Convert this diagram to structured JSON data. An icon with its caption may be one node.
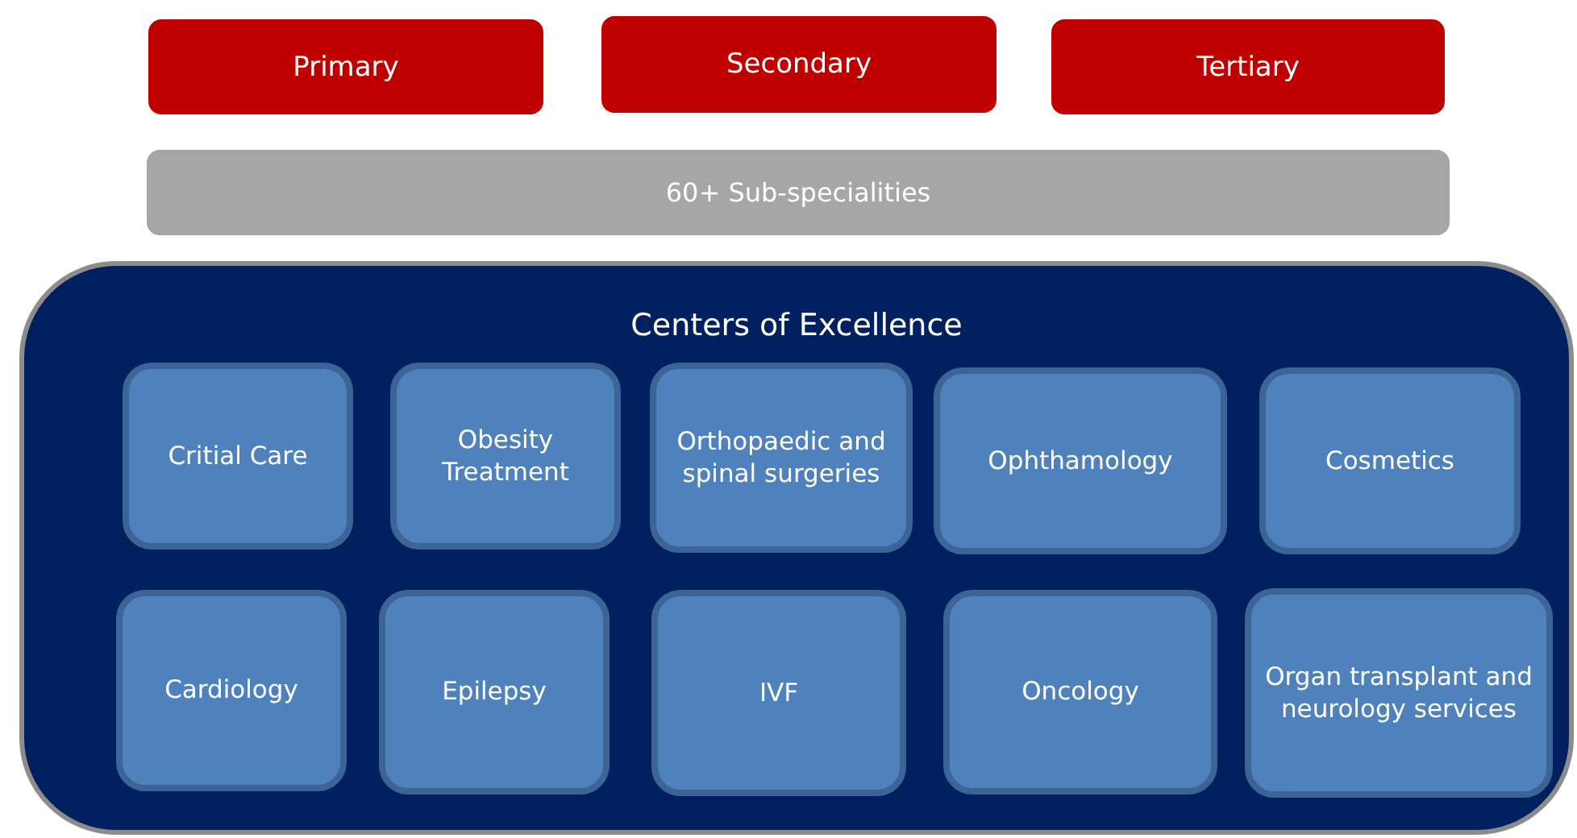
{
  "diagram": {
    "nodes": [
      {
        "text": [
          "Primary"
        ]
      },
      {
        "text": [
          "Secondary"
        ]
      },
      {
        "text": [
          "Tertiary"
        ]
      },
      {
        "text": [
          "60+ Sub-specialities"
        ]
      },
      {
        "text": [
          "Centers of Excellence"
        ]
      },
      {
        "text": [
          "Critial Care"
        ],
        "in": 4
      },
      {
        "text": [
          "Obesity Treatment"
        ],
        "in": 4
      },
      {
        "text": [
          "Orthopaedic and spinal surgeries"
        ],
        "in": 4
      },
      {
        "text": [
          "Ophthamology"
        ],
        "in": 4
      },
      {
        "text": [
          "Cosmetics"
        ],
        "in": 4
      },
      {
        "text": [
          "Cardiology"
        ],
        "in": 4
      },
      {
        "text": [
          "Epilepsy"
        ],
        "in": 4
      },
      {
        "text": [
          "IVF"
        ],
        "in": 4
      },
      {
        "text": [
          "Oncology"
        ],
        "in": 4
      },
      {
        "text": [
          "Organ transplant and neurology services"
        ],
        "in": 4
      }
    ]
  }
}
